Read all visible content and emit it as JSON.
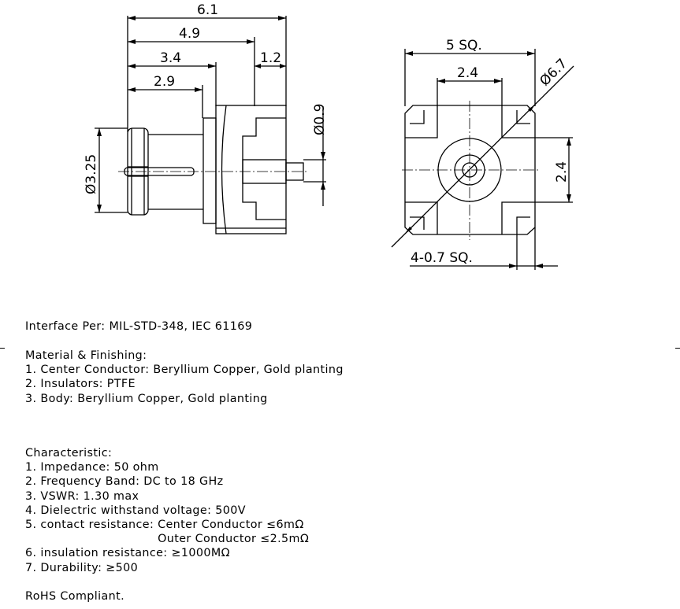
{
  "drawing": {
    "side_view": {
      "dim_overall": "6.1",
      "dim_flange": "4.9",
      "dim_body": "3.4",
      "dim_insulator": "2.9",
      "dim_leg": "1.2",
      "dim_pin_dia": "Ø0.9",
      "dim_sleeve_dia": "Ø3.25"
    },
    "top_view": {
      "dim_square": "5 SQ.",
      "dim_spacing_h": "2.4",
      "dim_spacing_v": "2.4",
      "dim_diag": "Ø6.7",
      "dim_pads": "4-0.7 SQ."
    }
  },
  "notes": {
    "interface": "Interface Per: MIL-STD-348, IEC 61169",
    "material": {
      "heading": "Material & Finishing:",
      "items": [
        "1. Center Conductor: Beryllium Copper, Gold planting",
        "2. Insulators: PTFE",
        "3. Body: Beryllium Copper, Gold planting"
      ]
    },
    "characteristic": {
      "heading": "Characteristic:",
      "items": [
        "1. Impedance: 50 ohm",
        "2. Frequency Band: DC to 18 GHz",
        "3. VSWR: 1.30 max",
        "4. Dielectric withstand voltage: 500V",
        "5. contact resistance: Center Conductor ≤6mΩ",
        "                                  Outer Conductor ≤2.5mΩ",
        "6. insulation resistance: ≥1000MΩ",
        "7. Durability: ≥500"
      ]
    },
    "rohs": "RoHS Compliant."
  }
}
